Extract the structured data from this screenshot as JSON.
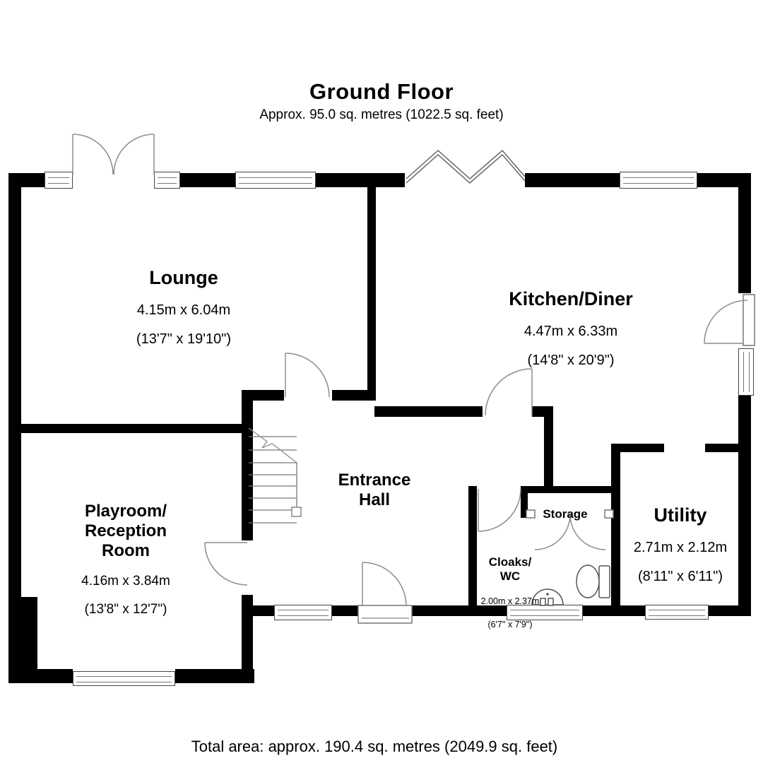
{
  "header": {
    "title": "Ground Floor",
    "subtitle": "Approx. 95.0 sq. metres (1022.5 sq. feet)"
  },
  "rooms": {
    "lounge": {
      "name": "Lounge",
      "dims_m": "4.15m x 6.04m",
      "dims_ft": "(13'7\" x 19'10\")"
    },
    "kitchen": {
      "name": "Kitchen/Diner",
      "dims_m": "4.47m x 6.33m",
      "dims_ft": "(14'8\" x 20'9\")"
    },
    "playroom": {
      "name": "Playroom/\nReception\nRoom",
      "dims_m": "4.16m x 3.84m",
      "dims_ft": "(13'8\" x 12'7\")"
    },
    "entrance_hall": {
      "name": "Entrance\nHall"
    },
    "storage": {
      "name": "Storage"
    },
    "cloaks": {
      "name": "Cloaks/\nWC",
      "dims_m": "2.00m x 2.37m",
      "dims_ft": "(6'7\" x 7'9\")"
    },
    "utility": {
      "name": "Utility",
      "dims_m": "2.71m x 2.12m",
      "dims_ft": "(8'11\" x 6'11\")"
    }
  },
  "footer": {
    "total_area": "Total area: approx. 190.4 sq. metres (2049.9 sq. feet)"
  },
  "colors": {
    "wall": "#000000",
    "door_arc": "#8c8c8c",
    "fixture": "#555555"
  }
}
